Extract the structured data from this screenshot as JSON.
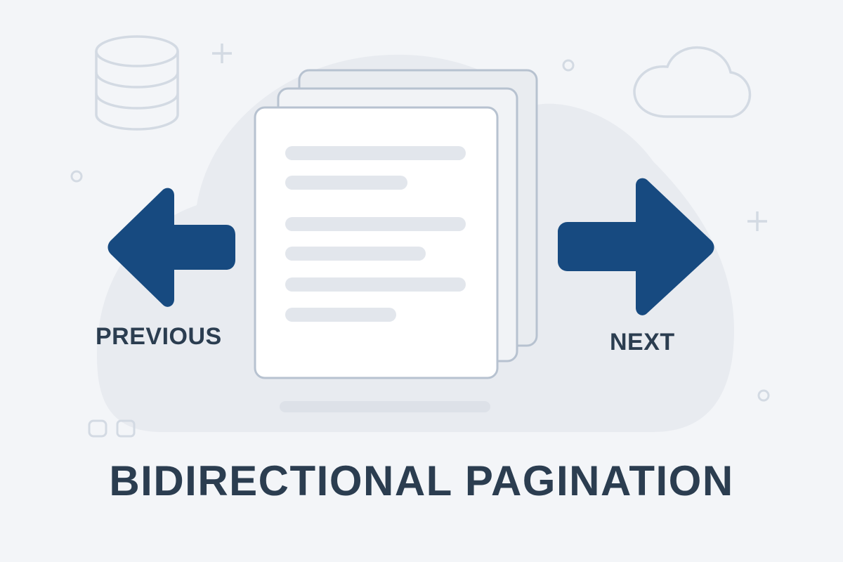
{
  "title": "BIDIRECTIONAL PAGINATION",
  "navigation": {
    "previous": {
      "label": "PREVIOUS",
      "icon": "arrow-left-icon"
    },
    "next": {
      "label": "NEXT",
      "icon": "arrow-right-icon"
    }
  },
  "document_stack": {
    "pages": 3,
    "content_lines": [
      {
        "width_pct": 100
      },
      {
        "width_pct": 67
      },
      {
        "width_pct": 100
      },
      {
        "width_pct": 77
      },
      {
        "width_pct": 100
      },
      {
        "width_pct": 61
      }
    ]
  },
  "decorations": {
    "icons": [
      "database-icon",
      "cloud-icon",
      "plus-icon",
      "plus-icon",
      "circle-icon",
      "circle-icon",
      "circle-icon",
      "square-icon",
      "square-icon"
    ]
  },
  "colors": {
    "background": "#f3f5f8",
    "blob": "#e8ebf0",
    "arrow": "#174a80",
    "text": "#2b3d50",
    "page_border": "#b7c2d0",
    "line_placeholder": "#e2e6ec",
    "decoration_stroke": "#d3dae3"
  }
}
